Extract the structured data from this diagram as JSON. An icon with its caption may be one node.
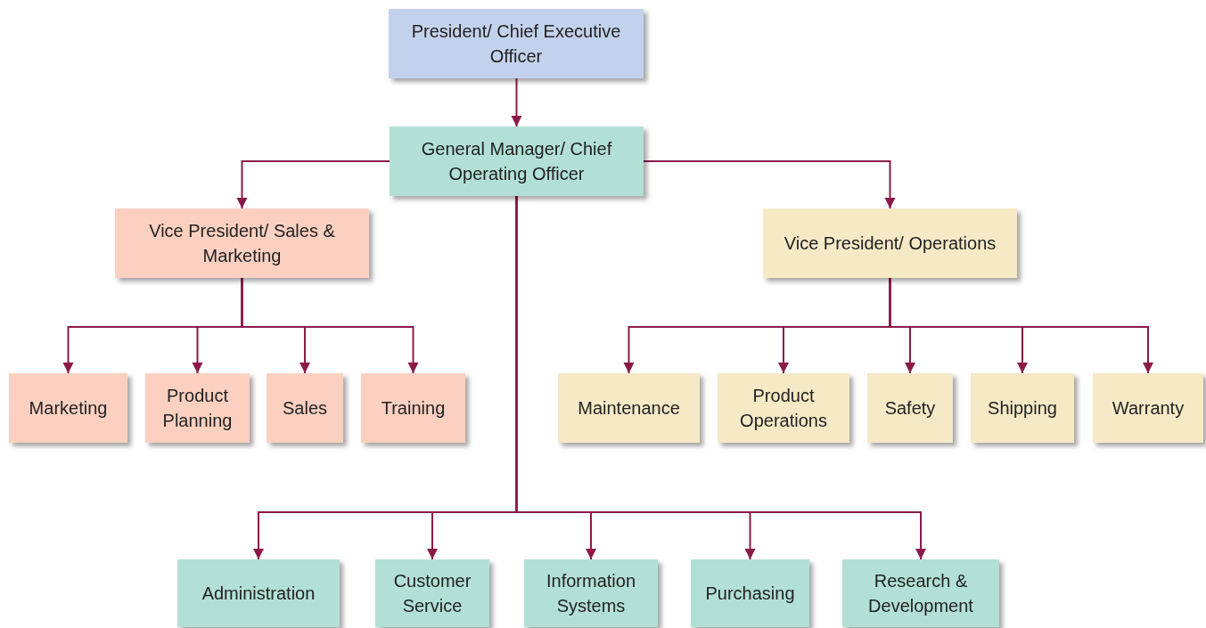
{
  "diagram": {
    "nodes": [
      {
        "text": [
          "President/ Chief Executive Officer"
        ]
      },
      {
        "text": [
          "General Manager/ Chief Operating Officer"
        ]
      },
      {
        "text": [
          "Vice President/ Sales & Marketing"
        ]
      },
      {
        "text": [
          "Vice President/ Operations"
        ]
      },
      {
        "text": [
          "Marketing"
        ]
      },
      {
        "text": [
          "Product Planning"
        ]
      },
      {
        "text": [
          "Sales"
        ]
      },
      {
        "text": [
          "Training"
        ]
      },
      {
        "text": [
          "Maintenance"
        ]
      },
      {
        "text": [
          "Product Operations"
        ]
      },
      {
        "text": [
          "Safety"
        ]
      },
      {
        "text": [
          "Shipping"
        ]
      },
      {
        "text": [
          "Warranty"
        ]
      },
      {
        "text": [
          "Administration"
        ]
      },
      {
        "text": [
          "Customer Service"
        ]
      },
      {
        "text": [
          "Information Systems"
        ]
      },
      {
        "text": [
          "Purchasing"
        ]
      },
      {
        "text": [
          "Research & Development"
        ]
      }
    ],
    "edges": [
      {
        "from": 0,
        "to": 1,
        "arrow": "to"
      },
      {
        "from": 1,
        "to": 2,
        "arrow": "to"
      },
      {
        "from": 1,
        "to": 3,
        "arrow": "to"
      },
      {
        "from": 1,
        "to": 13,
        "arrow": "to"
      },
      {
        "from": 1,
        "to": 14,
        "arrow": "to"
      },
      {
        "from": 1,
        "to": 15,
        "arrow": "to"
      },
      {
        "from": 1,
        "to": 16,
        "arrow": "to"
      },
      {
        "from": 1,
        "to": 17,
        "arrow": "to"
      },
      {
        "from": 2,
        "to": 4,
        "arrow": "to"
      },
      {
        "from": 2,
        "to": 5,
        "arrow": "to"
      },
      {
        "from": 2,
        "to": 6,
        "arrow": "to"
      },
      {
        "from": 2,
        "to": 7,
        "arrow": "to"
      },
      {
        "from": 3,
        "to": 8,
        "arrow": "to"
      },
      {
        "from": 3,
        "to": 9,
        "arrow": "to"
      },
      {
        "from": 3,
        "to": 10,
        "arrow": "to"
      },
      {
        "from": 3,
        "to": 11,
        "arrow": "to"
      },
      {
        "from": 3,
        "to": 12,
        "arrow": "to"
      }
    ]
  }
}
